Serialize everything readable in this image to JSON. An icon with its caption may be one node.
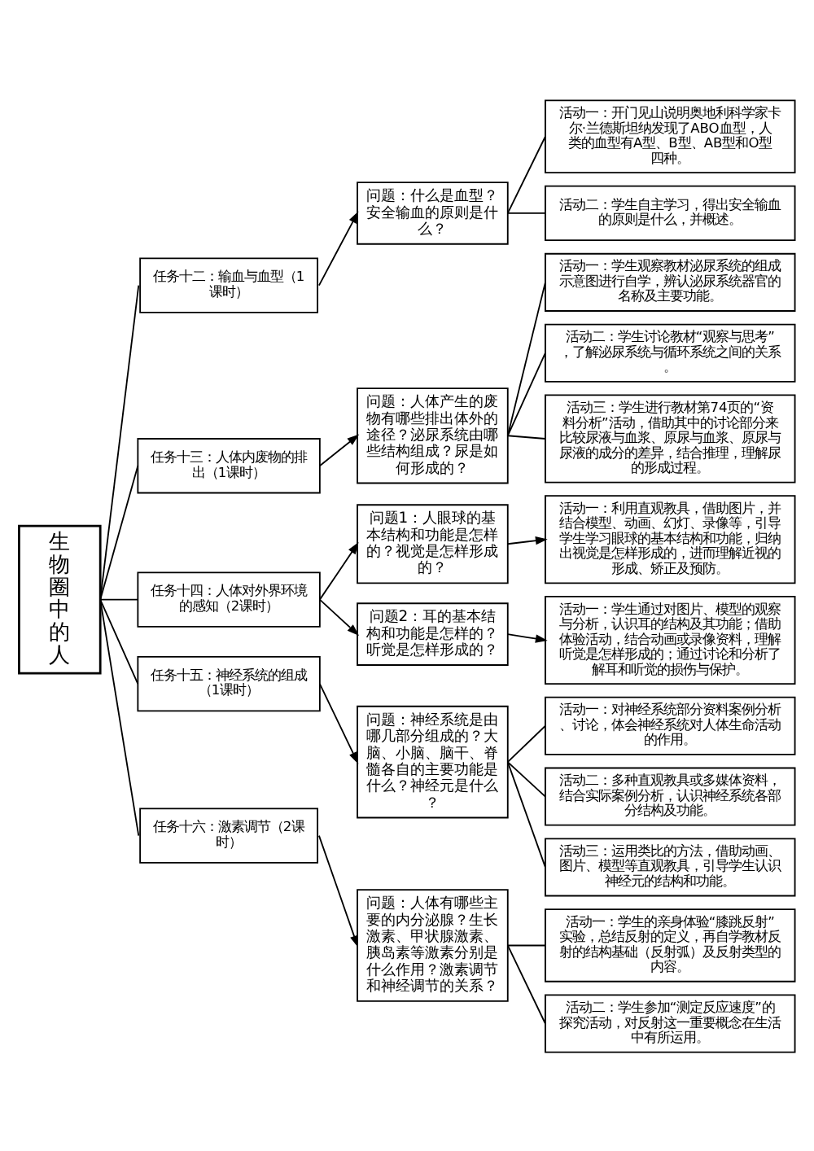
{
  "diagram": {
    "nodes": [
      {
        "text": [
          "生物圈中的人"
        ]
      },
      {
        "text": [
          "任务十二：输血与血型（1课时）"
        ]
      },
      {
        "text": [
          "问题：什么是血型？安全输血的原则是什么？"
        ]
      },
      {
        "text": [
          "活动一：开门见山说明奥地利科学家卡尔·兰德斯坦纳发现了ABO血型，人类的血型有A型、B型、AB型和O型四种。"
        ]
      },
      {
        "text": [
          "活动二：学生自主学习，得出安全输血的原则是什么，并概述。"
        ]
      },
      {
        "text": [
          "任务十三：人体内废物的排出（1课时）"
        ]
      },
      {
        "text": [
          "问题：人体产生的废物有哪些排出体外的途径？泌尿系统由哪些结构组成？尿是如何形成的？"
        ]
      },
      {
        "text": [
          "活动一：学生观察教材泌尿系统的组成示意图进行自学，辨认泌尿系统器官的名称及主要功能。"
        ]
      },
      {
        "text": [
          "活动二：学生讨论教材“观察与思考”，了解泌尿系统与循环系统之间的关系。"
        ]
      },
      {
        "text": [
          "活动三：学生进行教材第74页的“资料分析”活动，借助其中的讨论部分来比较尿液与血浆、原尿与血浆、原尿与尿液的成分的差异，结合推理，理解尿的形成过程。"
        ]
      },
      {
        "text": [
          "任务十四：人体对外界环境的感知（2课时）"
        ]
      },
      {
        "text": [
          "问题1：人眼球的基本结构和功能是怎样的？视觉是怎样形成的？"
        ]
      },
      {
        "text": [
          "活动一：利用直观教具，借助图片，并结合模型、动画、幻灯、录像等，引导学生学习眼球的基本结构和功能，归纳出视觉是怎样形成的，进而理解近视的形成、矫正及预防。"
        ]
      },
      {
        "text": [
          "问题2：耳的基本结构和功能是怎样的？听觉是怎样形成的？"
        ]
      },
      {
        "text": [
          "活动一：学生通过对图片、模型的观察与分析，认识耳的结构及其功能；借助体验活动，结合动画或录像资料，理解听觉是怎样形成的；通过讨论和分析了解耳和听觉的损伤与保护。"
        ]
      },
      {
        "text": [
          "任务十五：神经系统的组成（1课时）"
        ]
      },
      {
        "text": [
          "问题：神经系统是由哪几部分组成的？大脑、小脑、脑干、脊髓各自的主要功能是什么？神经元是什么？"
        ]
      },
      {
        "text": [
          "活动一：对神经系统部分资料案例分析、讨论，体会神经系统对人体生命活动的作用。"
        ]
      },
      {
        "text": [
          "活动二：多种直观教具或多媒体资料，结合实际案例分析，认识神经系统各部分结构及功能。"
        ]
      },
      {
        "text": [
          "活动三：运用类比的方法，借助动画、图片、模型等直观教具，引导学生认识神经元的结构和功能。"
        ]
      },
      {
        "text": [
          "任务十六：激素调节（2课时）"
        ]
      },
      {
        "text": [
          "问题：人体有哪些主要的内分泌腺？生长激素、甲状腺激素、胰岛素等激素分别是什么作用？激素调节和神经调节的关系？"
        ]
      },
      {
        "text": [
          "活动一：学生的亲身体验“膝跳反射”实验，总结反射的定义，再自学教材反射的结构基础（反射弧）及反射类型的内容。"
        ]
      },
      {
        "text": [
          "活动二：学生参加“测定反应速度”的探究活动，对反射这一重要概念在生活中有所运用。"
        ]
      }
    ],
    "edges": [
      {
        "from": 0,
        "to": 1,
        "arrow": "none"
      },
      {
        "from": 0,
        "to": 5,
        "arrow": "none"
      },
      {
        "from": 0,
        "to": 10,
        "arrow": "none"
      },
      {
        "from": 0,
        "to": 15,
        "arrow": "none"
      },
      {
        "from": 0,
        "to": 20,
        "arrow": "none"
      },
      {
        "from": 1,
        "to": 2,
        "arrow": "to"
      },
      {
        "from": 2,
        "to": 3,
        "arrow": "none"
      },
      {
        "from": 2,
        "to": 4,
        "arrow": "none"
      },
      {
        "from": 5,
        "to": 6,
        "arrow": "to"
      },
      {
        "from": 6,
        "to": 7,
        "arrow": "none"
      },
      {
        "from": 6,
        "to": 8,
        "arrow": "none"
      },
      {
        "from": 6,
        "to": 9,
        "arrow": "none"
      },
      {
        "from": 10,
        "to": 11,
        "arrow": "to"
      },
      {
        "from": 10,
        "to": 13,
        "arrow": "to"
      },
      {
        "from": 11,
        "to": 12,
        "arrow": "to"
      },
      {
        "from": 13,
        "to": 14,
        "arrow": "to"
      },
      {
        "from": 15,
        "to": 16,
        "arrow": "to"
      },
      {
        "from": 16,
        "to": 17,
        "arrow": "none"
      },
      {
        "from": 16,
        "to": 18,
        "arrow": "none"
      },
      {
        "from": 16,
        "to": 19,
        "arrow": "none"
      },
      {
        "from": 20,
        "to": 21,
        "arrow": "to"
      },
      {
        "from": 21,
        "to": 22,
        "arrow": "none"
      },
      {
        "from": 21,
        "to": 23,
        "arrow": "none"
      }
    ]
  }
}
